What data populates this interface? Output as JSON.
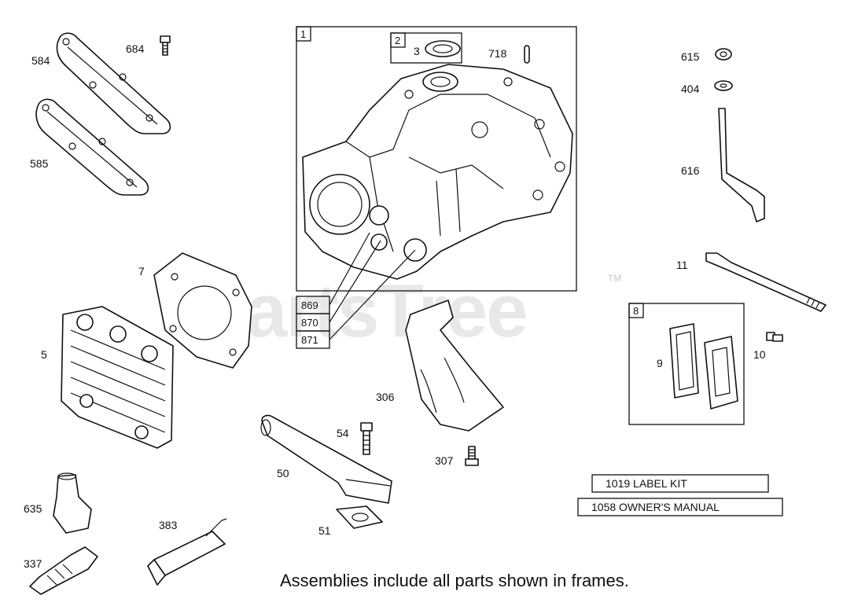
{
  "watermark": {
    "text": "PartsTree",
    "tm": "TM"
  },
  "frames": {
    "f1": "1",
    "f2": "2",
    "f8": "8"
  },
  "labels": {
    "p584": "584",
    "p684": "684",
    "p585": "585",
    "p3": "3",
    "p718": "718",
    "p615": "615",
    "p404": "404",
    "p616": "616",
    "p11": "11",
    "p9": "9",
    "p10": "10",
    "p7": "7",
    "p5": "5",
    "p306": "306",
    "p307": "307",
    "p54": "54",
    "p50": "50",
    "p51": "51",
    "p635": "635",
    "p337": "337",
    "p383": "383"
  },
  "callouts": [
    "869",
    "870",
    "871"
  ],
  "kits": {
    "label_kit": "1019 LABEL KIT",
    "owners_manual": "1058 OWNER'S MANUAL"
  },
  "footnote": "Assemblies include all parts shown in frames."
}
